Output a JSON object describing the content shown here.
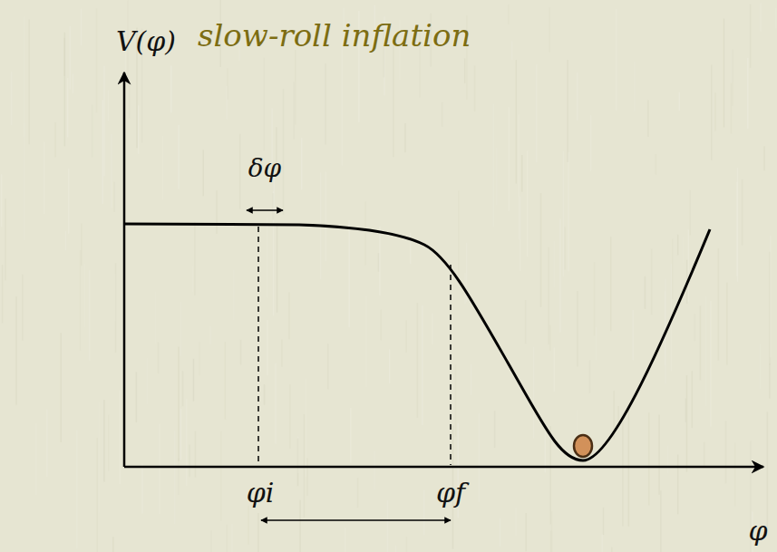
{
  "diagram": {
    "title": "slow-roll inflation",
    "labels": [
      "V(φ)",
      "δφ",
      "φi",
      "φf",
      "φ"
    ]
  }
}
